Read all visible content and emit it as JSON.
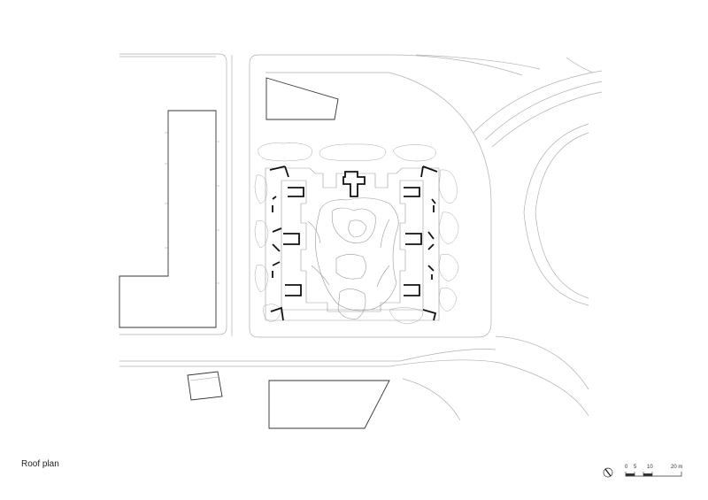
{
  "drawing": {
    "title": "Roof plan"
  },
  "scale_bar": {
    "labels": [
      "0",
      "5",
      "10",
      "20 m"
    ]
  }
}
